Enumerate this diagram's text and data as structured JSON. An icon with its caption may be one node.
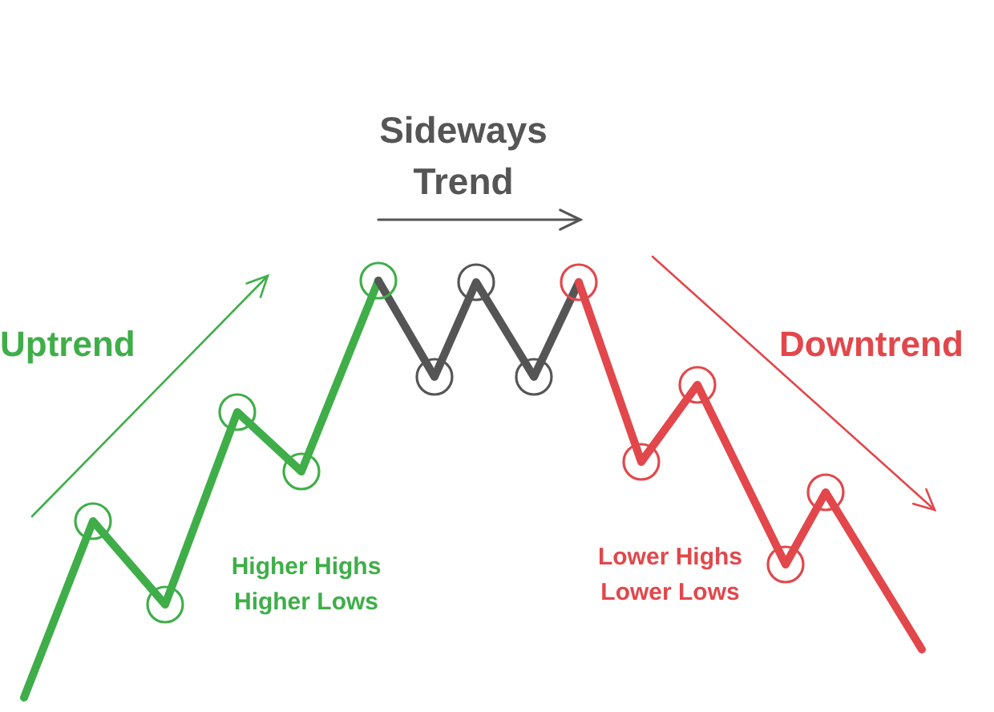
{
  "diagram": {
    "labels": [
      "Sideways Trend",
      "Uptrend",
      "Downtrend",
      "Higher Highs Higher Lows",
      "Lower Highs Lower Lows"
    ]
  }
}
